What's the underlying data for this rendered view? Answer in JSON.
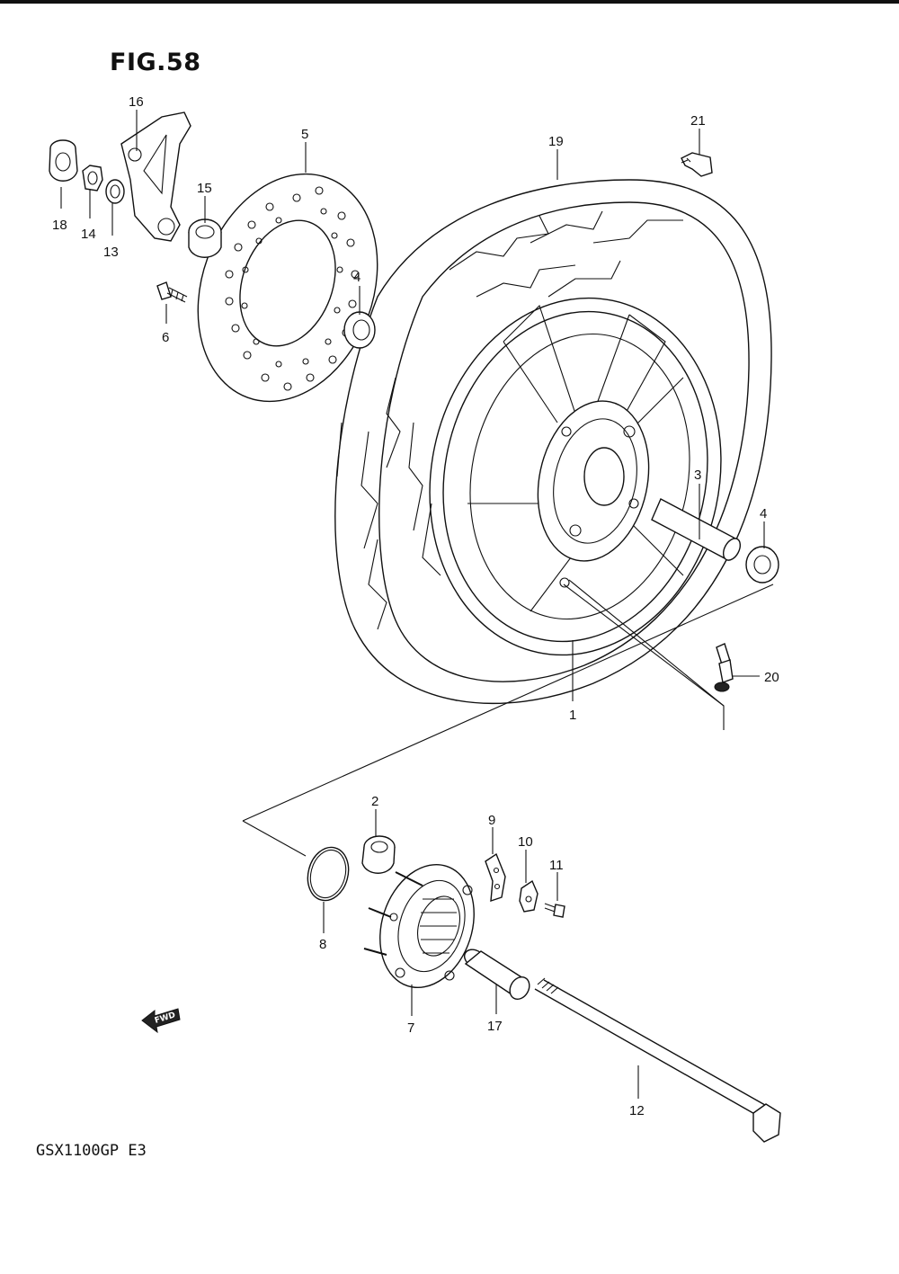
{
  "figure": {
    "title": "FIG.58",
    "model": "GSX1100GP  E3",
    "fwd_label": "FWD"
  },
  "callouts": [
    "1",
    "2",
    "3",
    "4",
    "4",
    "5",
    "6",
    "7",
    "8",
    "9",
    "10",
    "11",
    "12",
    "13",
    "14",
    "15",
    "16",
    "17",
    "18",
    "19",
    "20",
    "21"
  ],
  "parts": {
    "p1": "1",
    "p2": "2",
    "p3": "3",
    "p4a": "4",
    "p4b": "4",
    "p5": "5",
    "p6": "6",
    "p7": "7",
    "p8": "8",
    "p9": "9",
    "p10": "10",
    "p11": "11",
    "p12": "12",
    "p13": "13",
    "p14": "14",
    "p15": "15",
    "p16": "16",
    "p17": "17",
    "p18": "18",
    "p19": "19",
    "p20": "20",
    "p21": "21"
  }
}
